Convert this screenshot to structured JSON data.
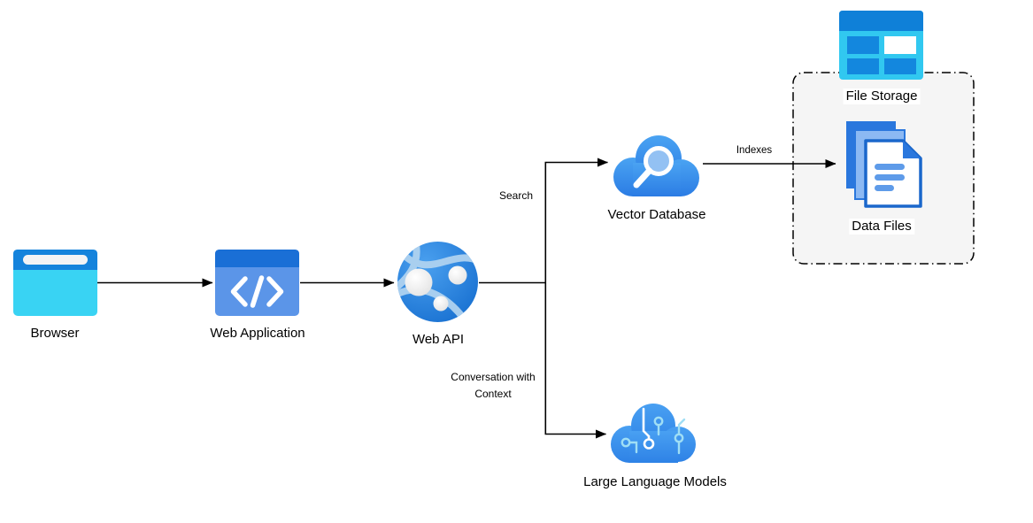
{
  "nodes": {
    "browser": {
      "label": "Browser"
    },
    "web_application": {
      "label": "Web Application"
    },
    "web_api": {
      "label": "Web API"
    },
    "vector_database": {
      "label": "Vector Database"
    },
    "large_language_models": {
      "label": "Large Language Models"
    },
    "file_storage": {
      "label": "File Storage"
    },
    "data_files": {
      "label": "Data Files"
    }
  },
  "edge_labels": {
    "search": "Search",
    "conversation_with_context": "Conversation with Context",
    "indexes": "Indexes"
  },
  "colors": {
    "connector": "#000000",
    "browser_bar_blue": "#1583dc",
    "browser_body_cyan": "#39d3f3",
    "app_header_blue": "#1a6fd6",
    "app_body_blue": "#5b95e8",
    "globe_blue": "#1e78d8",
    "globe_arc_light": "#afd2f0",
    "cloud_blue_light": "#4aa3f2",
    "cloud_blue_dark": "#2b7ce4",
    "storage_cyan": "#31c8f0",
    "storage_band_blue": "#0f80d8",
    "storage_tile_blue": "#1387de",
    "doc_blue": "#2a77dd",
    "doc_light_blue": "#8cb9f3",
    "doc_line_blue": "#5e9be9",
    "circuit_cyan": "#9fdef5",
    "group_fill": "#f5f5f5"
  }
}
